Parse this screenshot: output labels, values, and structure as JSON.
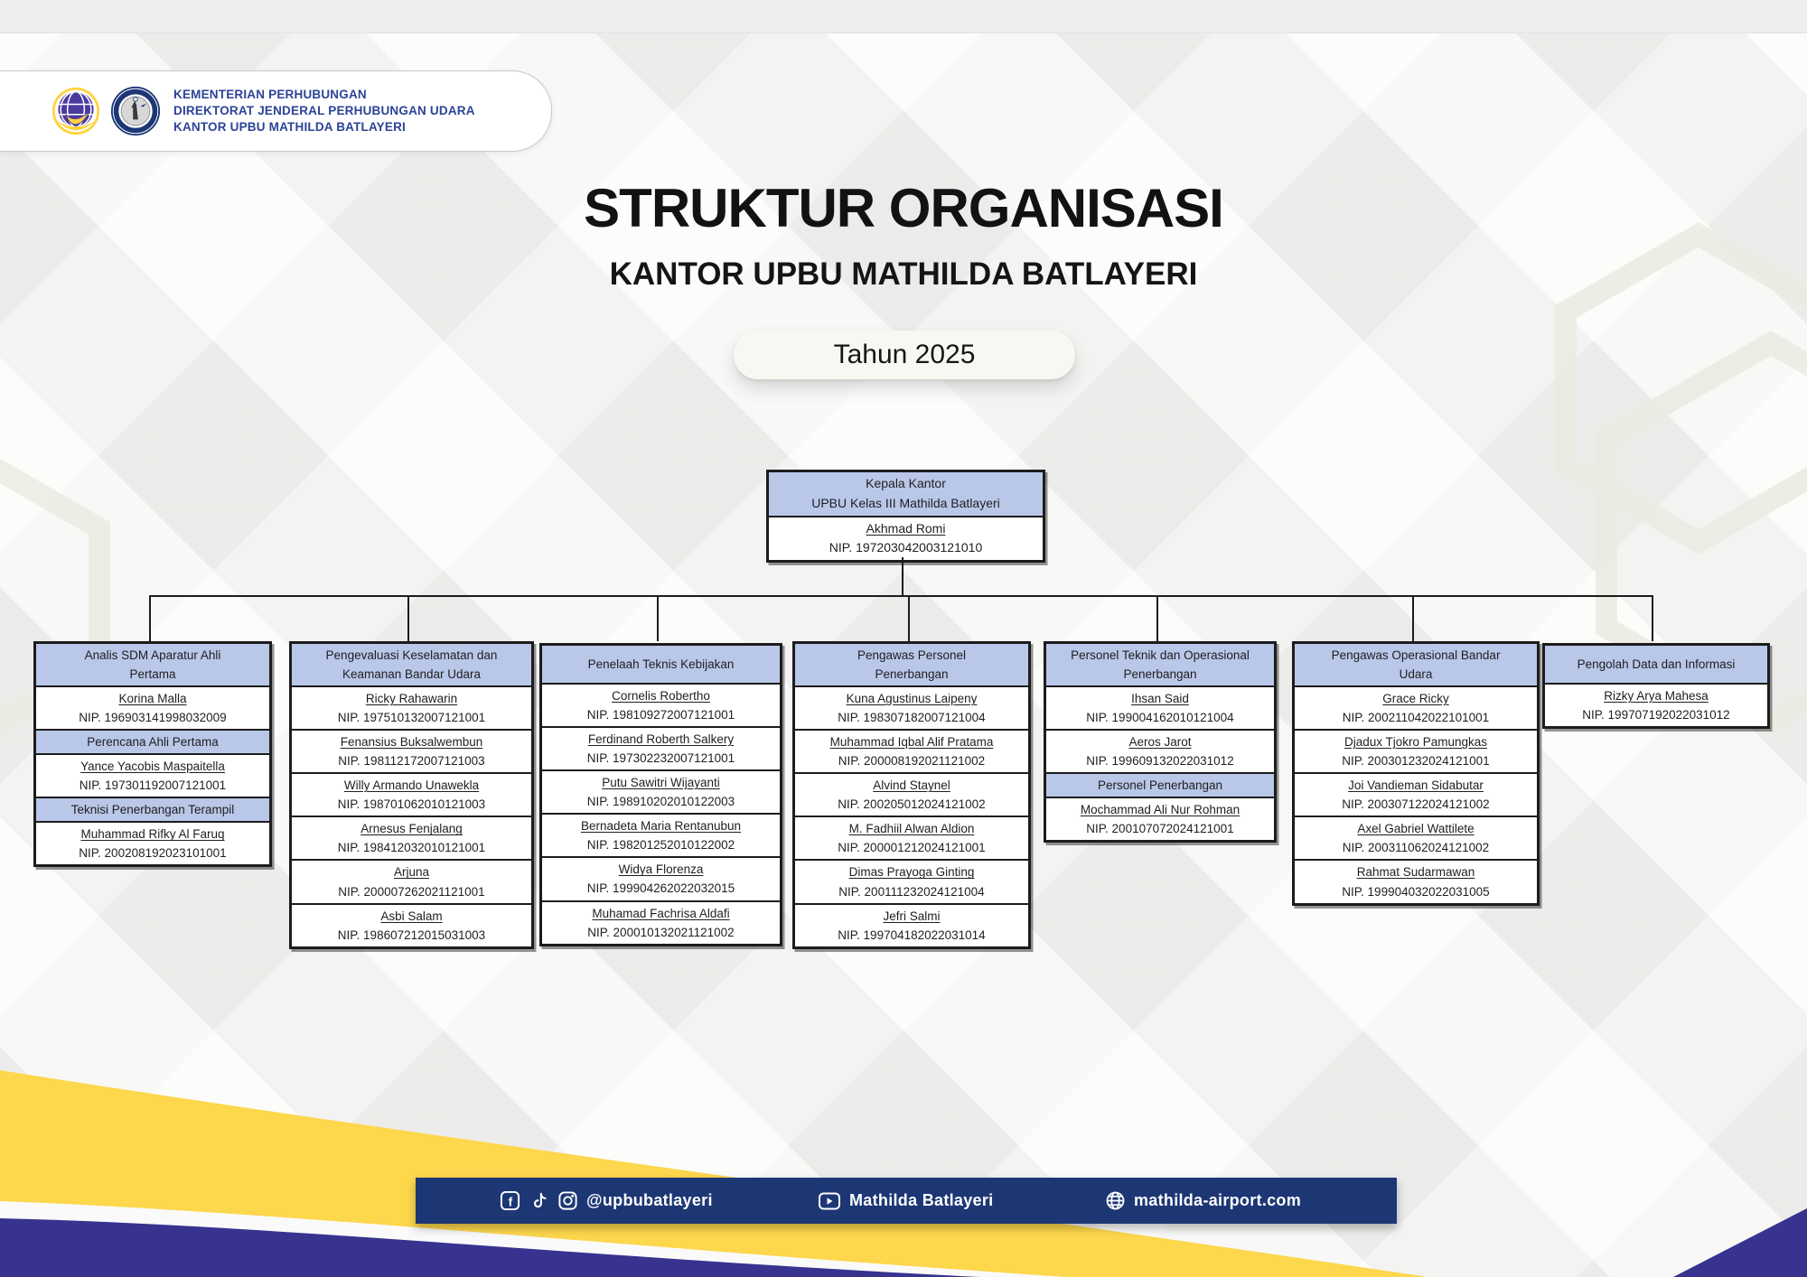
{
  "header": {
    "org_lines": [
      "KEMENTERIAN PERHUBUNGAN",
      "DIREKTORAT JENDERAL PERHUBUNGAN UDARA",
      "KANTOR UPBU MATHILDA BATLAYERI"
    ]
  },
  "title": "STRUKTUR ORGANISASI",
  "subtitle": "KANTOR UPBU MATHILDA BATLAYERI",
  "year_badge": "Tahun 2025",
  "colors": {
    "accent_blue_header_cell": "#b9c7e9",
    "footer_navy": "#1d3775",
    "wave_yellow": "#fdd74c",
    "wave_indigo": "#37338e",
    "brand_text_blue": "#2b4397"
  },
  "org": {
    "root": {
      "line1": "Kepala Kantor",
      "line2": "UPBU Kelas III Mathilda Batlayeri",
      "name": "Akhmad Romi",
      "nip": "NIP. 197203042003121010"
    },
    "columns": [
      {
        "cells": [
          {
            "type": "header",
            "lines": [
              "Analis SDM Aparatur Ahli",
              "Pertama"
            ]
          },
          {
            "type": "person",
            "name": "Korina Malla",
            "nip": "NIP. 196903141998032009"
          },
          {
            "type": "header",
            "lines": [
              "Perencana Ahli Pertama"
            ]
          },
          {
            "type": "person",
            "name": "Yance Yacobis Maspaitella",
            "nip": "NIP. 197301192007121001"
          },
          {
            "type": "header",
            "lines": [
              "Teknisi Penerbangan Terampil"
            ]
          },
          {
            "type": "person",
            "name": "Muhammad Rifky Al Faruq",
            "nip": "NIP. 200208192023101001"
          }
        ]
      },
      {
        "cells": [
          {
            "type": "header",
            "lines": [
              "Pengevaluasi Keselamatan dan",
              "Keamanan Bandar Udara"
            ]
          },
          {
            "type": "person",
            "name": "Ricky Rahawarin",
            "nip": "NIP. 197510132007121001"
          },
          {
            "type": "person",
            "name": "Fenansius Buksalwembun",
            "nip": "NIP. 198112172007121003"
          },
          {
            "type": "person",
            "name": "Willy Armando Unawekla",
            "nip": "NIP. 198701062010121003"
          },
          {
            "type": "person",
            "name": "Arnesus Fenjalang",
            "nip": "NIP. 198412032010121001"
          },
          {
            "type": "person",
            "name": "Arjuna",
            "nip": "NIP. 200007262021121001"
          },
          {
            "type": "person",
            "name": "Asbi Salam",
            "nip": "NIP. 198607212015031003"
          }
        ]
      },
      {
        "cells": [
          {
            "type": "header",
            "tall": true,
            "lines": [
              "Penelaah Teknis Kebijakan"
            ]
          },
          {
            "type": "person",
            "name": "Cornelis Robertho",
            "nip": "NIP. 198109272007121001"
          },
          {
            "type": "person",
            "name": "Ferdinand Roberth Salkery",
            "nip": "NIP. 197302232007121001"
          },
          {
            "type": "person",
            "name": "Putu Sawitri Wijayanti",
            "nip": "NIP. 198910202010122003"
          },
          {
            "type": "person",
            "name": "Bernadeta Maria Rentanubun",
            "nip": "NIP. 198201252010122002"
          },
          {
            "type": "person",
            "name": "Widya Florenza",
            "nip": "NIP. 199904262022032015"
          },
          {
            "type": "person",
            "name": "Muhamad Fachrisa Aldafi",
            "nip": "NIP. 200010132021121002"
          }
        ]
      },
      {
        "cells": [
          {
            "type": "header",
            "lines": [
              "Pengawas Personel",
              "Penerbangan"
            ]
          },
          {
            "type": "person",
            "name": "Kuna Agustinus Laipeny",
            "nip": "NIP. 198307182007121004"
          },
          {
            "type": "person",
            "name": "Muhammad Iqbal Alif Pratama",
            "nip": "NIP. 200008192021121002"
          },
          {
            "type": "person",
            "name": "Alvind Staynel",
            "nip": "NIP. 200205012024121002"
          },
          {
            "type": "person",
            "name": "M. Fadhiil Alwan Aldion",
            "nip": "NIP. 200001212024121001"
          },
          {
            "type": "person",
            "name": "Dimas Prayoga Ginting",
            "nip": "NIP. 200111232024121004"
          },
          {
            "type": "person",
            "name": "Jefri Salmi",
            "nip": "NIP. 199704182022031014"
          }
        ]
      },
      {
        "cells": [
          {
            "type": "header",
            "lines": [
              "Personel Teknik dan Operasional",
              "Penerbangan"
            ]
          },
          {
            "type": "person",
            "name": "Ihsan Said",
            "nip": "NIP. 199004162010121004"
          },
          {
            "type": "person",
            "name": "Aeros Jarot",
            "nip": "NIP. 199609132022031012"
          },
          {
            "type": "header",
            "lines": [
              "Personel Penerbangan"
            ]
          },
          {
            "type": "person",
            "name": "Mochammad Ali Nur Rohman",
            "nip": "NIP. 200107072024121001"
          }
        ]
      },
      {
        "cells": [
          {
            "type": "header",
            "lines": [
              "Pengawas Operasional Bandar",
              "Udara"
            ]
          },
          {
            "type": "person",
            "name": "Grace Ricky",
            "nip": "NIP. 200211042022101001"
          },
          {
            "type": "person",
            "name": "Djadux Tjokro Pamungkas",
            "nip": "NIP. 200301232024121001"
          },
          {
            "type": "person",
            "name": "Joi Vandieman Sidabutar",
            "nip": "NIP. 200307122024121002"
          },
          {
            "type": "person",
            "name": "Axel Gabriel Wattilete",
            "nip": "NIP. 200311062024121002"
          },
          {
            "type": "person",
            "name": "Rahmat Sudarmawan",
            "nip": "NIP. 199904032022031005"
          }
        ]
      },
      {
        "cells": [
          {
            "type": "header",
            "tall": true,
            "lines": [
              "Pengolah Data dan Informasi"
            ]
          },
          {
            "type": "person",
            "name": "Rizky Arya Mahesa",
            "nip": "NIP. 199707192022031012"
          }
        ]
      }
    ]
  },
  "footer": {
    "social_handle": "@upbubatlayeri",
    "youtube_name": "Mathilda Batlayeri",
    "website": "mathilda-airport.com"
  }
}
